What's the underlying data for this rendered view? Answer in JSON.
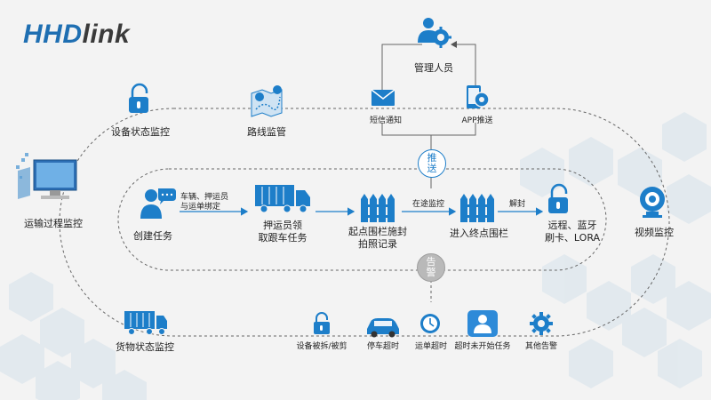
{
  "logo": {
    "hhd": "HHD",
    "link": "link",
    "hhd_color": "#1f6fb2",
    "link_color": "#3a3a3a"
  },
  "colors": {
    "accent": "#1d7ec9",
    "track": "#666666",
    "hex_light": "#dde9f3"
  },
  "nodes": {
    "admin": "管理人员",
    "sms": "短信通知",
    "app_push": "APP推送",
    "device_status": "设备状态监控",
    "route": "路线监管",
    "transport_monitor": "运输过程监控",
    "create_task": "创建任务",
    "bind_label": "车辆、押运员\n与运单绑定",
    "escort_task": "押运员领\n取跟车任务",
    "start_fence": "起点围栏施封\n拍照记录",
    "in_transit_label": "在途监控",
    "end_fence": "进入终点围栏",
    "unseal_label": "解封",
    "unlock_methods": "远程、蓝牙\n刷卡、LORA",
    "video": "视频监控",
    "cargo_status": "货物状态监控"
  },
  "badges": {
    "push": "推\n送",
    "alarm": "告\n警"
  },
  "alerts": [
    "设备被拆/被剪",
    "停车超时",
    "运单超时",
    "超时未开始任务",
    "其他告警"
  ],
  "icons": [
    "admin-person-gear-icon",
    "envelope-icon",
    "phone-gear-icon",
    "padlock-icon",
    "map-pin-icon",
    "computer-monitor-icon",
    "person-chat-icon",
    "truck-icon",
    "fence-icon",
    "camera-icon",
    "car-icon",
    "clock-icon",
    "person-app-icon",
    "gear-icon"
  ]
}
